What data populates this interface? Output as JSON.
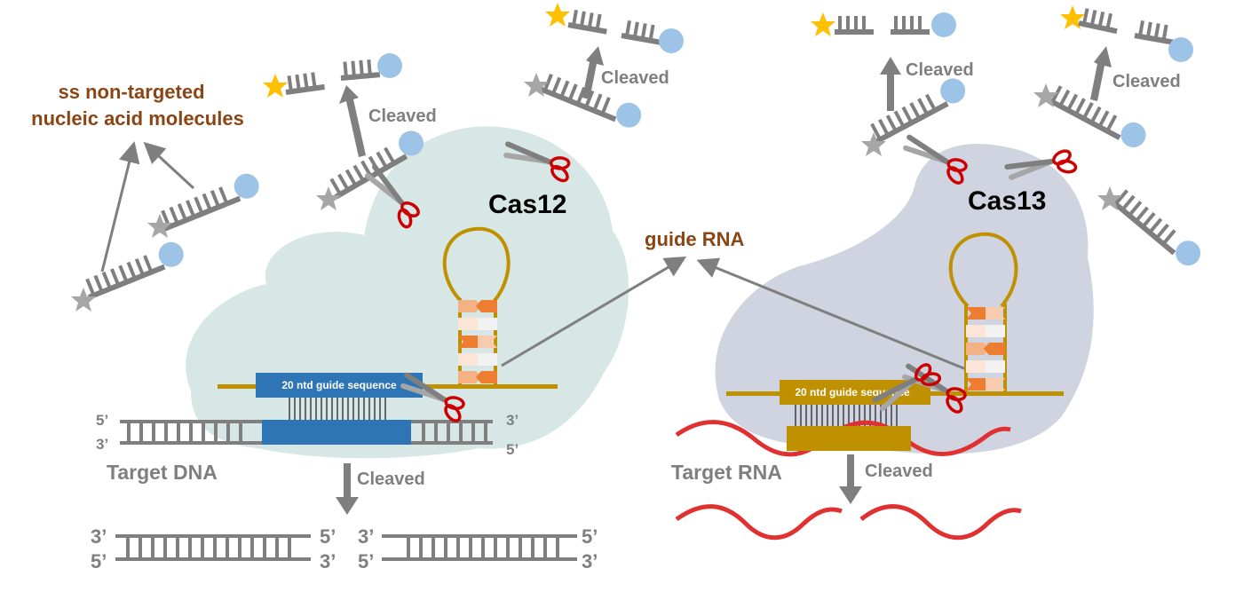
{
  "labels": {
    "ss_line1": "ss non-targeted",
    "ss_line2": "nucleic acid molecules",
    "cas12": "Cas12",
    "cas13": "Cas13",
    "guide_rna": "guide RNA",
    "guide_seq_left": "20 ntd guide  sequence",
    "guide_seq_right": "20 ntd guide  sequence",
    "target_dna": "Target DNA",
    "target_rna": "Target RNA",
    "cleaved": "Cleaved",
    "five_prime": "5’",
    "three_prime": "3’"
  },
  "colors": {
    "cas12_blob": "#d6e7e5",
    "cas13_blob": "#cfd4e0",
    "brown_text": "#8B4513",
    "gray": "#7f7f7f",
    "guide_blue": "#2e75b6",
    "guide_gold": "#bf9000",
    "rna_red": "#e03030",
    "quencher_blue": "#9dc3e6",
    "star_gold": "#ffc000",
    "scissor_red": "#cc0000"
  }
}
